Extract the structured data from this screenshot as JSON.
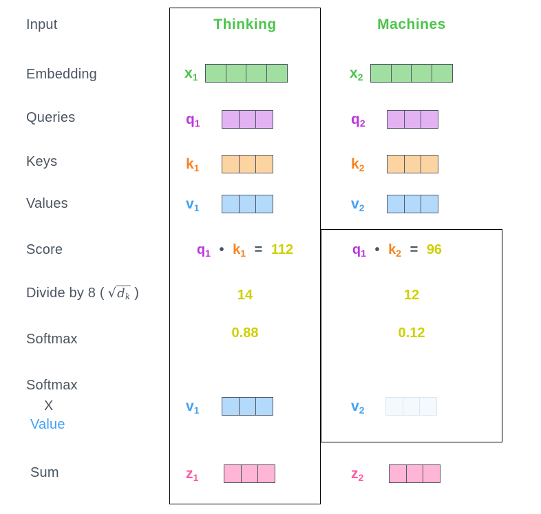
{
  "colors": {
    "outline": "#000000",
    "label_text": "#4a5560",
    "green_text": "#4cc44c",
    "green_fill": "#a0dfa0",
    "purple_text": "#bb35dd",
    "purple_fill": "#e2b2f2",
    "orange_text": "#f5831f",
    "orange_fill": "#fcd4a2",
    "blue_text": "#42a0f5",
    "blue_fill": "#b3d9fb",
    "pink_text": "#ff58a5",
    "pink_fill": "#ffb5d6",
    "score_yellow": "#cfd000",
    "faded_fill": "#f4f9fe",
    "faded_border": "#dbe6f3",
    "cell_border": "#4d5766"
  },
  "left_labels": {
    "input": "Input",
    "embedding": "Embedding",
    "queries": "Queries",
    "keys": "Keys",
    "values": "Values",
    "score": "Score",
    "divide_prefix": "Divide by 8 (",
    "sqrt_sign": "√",
    "radicand": "d",
    "radicand_sub": "k",
    "divide_suffix": ")",
    "softmax": "Softmax",
    "softmax_x_line1": "Softmax",
    "softmax_x_line2": "X",
    "softmax_x_line3": "Value",
    "sum": "Sum"
  },
  "columns": [
    {
      "header": "Thinking",
      "x": {
        "base": "x",
        "sub": "1"
      },
      "q": {
        "base": "q",
        "sub": "1"
      },
      "k": {
        "base": "k",
        "sub": "1"
      },
      "v": {
        "base": "v",
        "sub": "1"
      },
      "v_soft": {
        "base": "v",
        "sub": "1"
      },
      "z": {
        "base": "z",
        "sub": "1"
      },
      "score": {
        "q_base": "q",
        "q_sub": "1",
        "dot": "•",
        "k_base": "k",
        "k_sub": "1",
        "equals": "=",
        "value": "112"
      },
      "divide_value": "14",
      "softmax_value": "0.88"
    },
    {
      "header": "Machines",
      "x": {
        "base": "x",
        "sub": "2"
      },
      "q": {
        "base": "q",
        "sub": "2"
      },
      "k": {
        "base": "k",
        "sub": "2"
      },
      "v": {
        "base": "v",
        "sub": "2"
      },
      "v_soft": {
        "base": "v",
        "sub": "2"
      },
      "z": {
        "base": "z",
        "sub": "2"
      },
      "score": {
        "q_base": "q",
        "q_sub": "1",
        "dot": "•",
        "k_base": "k",
        "k_sub": "2",
        "equals": "=",
        "value": "96"
      },
      "divide_value": "12",
      "softmax_value": "0.12"
    }
  ]
}
